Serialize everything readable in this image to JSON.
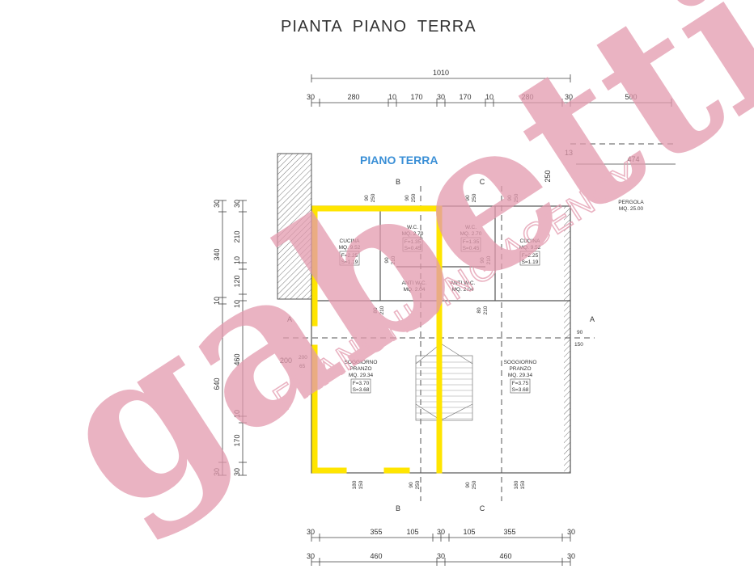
{
  "title": "PIANTA  PIANO  TERRA",
  "subtitle": "PIANO TERRA",
  "colors": {
    "highlight": "#ffe500",
    "subtitle": "#3a8fd6",
    "watermark": "#e39aae",
    "lines": "#444444"
  },
  "watermark": {
    "logo": "gabetti",
    "tagline": "FRANCHISING AGENCY"
  },
  "rooms": [
    {
      "name": "CUCINA",
      "area": "MQ. 9.52",
      "f": "F=2.25",
      "s": "S=1.19"
    },
    {
      "name": "W.C.",
      "area": "MQ. 2.70",
      "f": "F=1.35",
      "s": "S=0.45"
    },
    {
      "name": "W.C.",
      "area": "MQ. 2.70",
      "f": "F=1.35",
      "s": "S=0.45"
    },
    {
      "name": "CUCINA",
      "area": "MQ. 9.52",
      "f": "F=2.25",
      "s": "S=1.19"
    },
    {
      "name": "ANTI W.C.",
      "area": "MQ. 2.04"
    },
    {
      "name": "ANTI W.C.",
      "area": "MQ. 2.04"
    },
    {
      "name": "SOGGIORNO PRANZO",
      "area": "MQ. 29.34",
      "f": "F=3.70",
      "s": "S=3.68"
    },
    {
      "name": "SOGGIORNO PRANZO",
      "area": "MQ. 29.34",
      "f": "F=3.75",
      "s": "S=3.68"
    },
    {
      "name": "PERGOLA",
      "area": "MQ. 25.00"
    }
  ],
  "dimensions": {
    "top_total": "1010",
    "top_row": [
      "30",
      "280",
      "10",
      "170",
      "30",
      "170",
      "10",
      "280",
      "30",
      "500"
    ],
    "right_side": [
      "13",
      "474",
      "250"
    ],
    "bottom_row1": [
      "30",
      "355",
      "105",
      "30",
      "105",
      "355",
      "30"
    ],
    "bottom_row2": [
      "30",
      "460",
      "30",
      "460",
      "30"
    ],
    "left_outer": [
      "30",
      "340",
      "10",
      "640",
      "30"
    ],
    "left_inner": [
      "30",
      "210",
      "10",
      "120",
      "10",
      "460",
      "10",
      "170",
      "30"
    ],
    "openings": [
      "90",
      "250",
      "90",
      "210",
      "80",
      "210",
      "200",
      "65",
      "180",
      "150"
    ]
  },
  "section_marks": {
    "a": "A",
    "b": "B",
    "c": "C"
  }
}
